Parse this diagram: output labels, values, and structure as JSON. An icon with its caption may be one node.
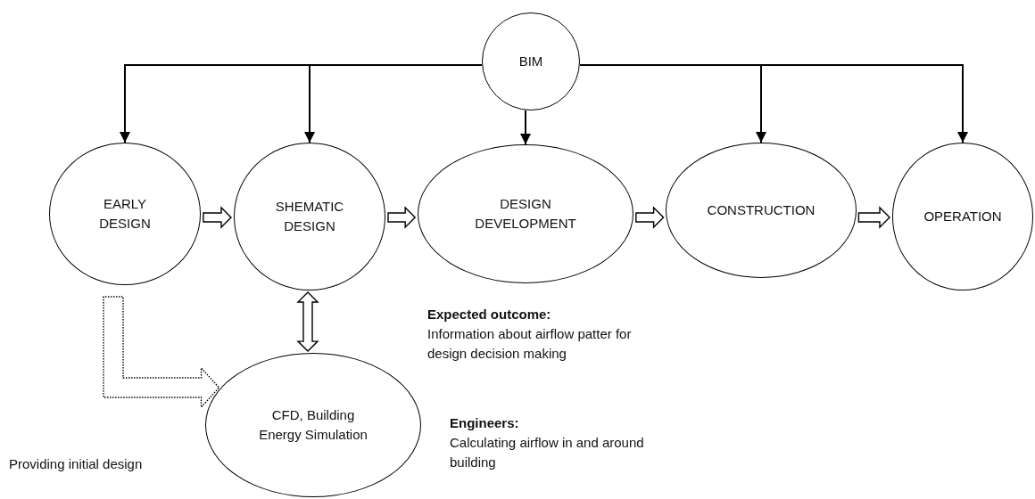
{
  "diagram": {
    "nodes": [
      {
        "text": [
          "BIM"
        ]
      },
      {
        "text": [
          "EARLY DESIGN"
        ]
      },
      {
        "text": [
          "SHEMATIC DESIGN"
        ]
      },
      {
        "text": [
          "DESIGN DEVELOPMENT"
        ]
      },
      {
        "text": [
          "CONSTRUCTION"
        ]
      },
      {
        "text": [
          "OPERATION"
        ]
      },
      {
        "text": [
          "CFD, Building Energy Simulation"
        ]
      }
    ],
    "edges": [
      {
        "from": 0,
        "to": 1,
        "arrow": "to"
      },
      {
        "from": 0,
        "to": 2,
        "arrow": "to"
      },
      {
        "from": 0,
        "to": 3,
        "arrow": "to"
      },
      {
        "from": 0,
        "to": 4,
        "arrow": "to"
      },
      {
        "from": 0,
        "to": 5,
        "arrow": "to"
      },
      {
        "from": 1,
        "to": 2,
        "arrow": "to",
        "style": "thick"
      },
      {
        "from": 2,
        "to": 3,
        "arrow": "to",
        "style": "thick"
      },
      {
        "from": 3,
        "to": 4,
        "arrow": "to",
        "style": "thick"
      },
      {
        "from": 4,
        "to": 5,
        "arrow": "to",
        "style": "thick"
      },
      {
        "from": 2,
        "to": 6,
        "arrow": "both",
        "style": "thick"
      },
      {
        "from": 1,
        "to": 6,
        "arrow": "to",
        "style": "dashed"
      }
    ],
    "labels": [
      "Expected outcome:",
      "Information about airflow patter for design decision making",
      "Providing initial design",
      "Engineers:",
      "Calculating airflow in and around building"
    ]
  }
}
